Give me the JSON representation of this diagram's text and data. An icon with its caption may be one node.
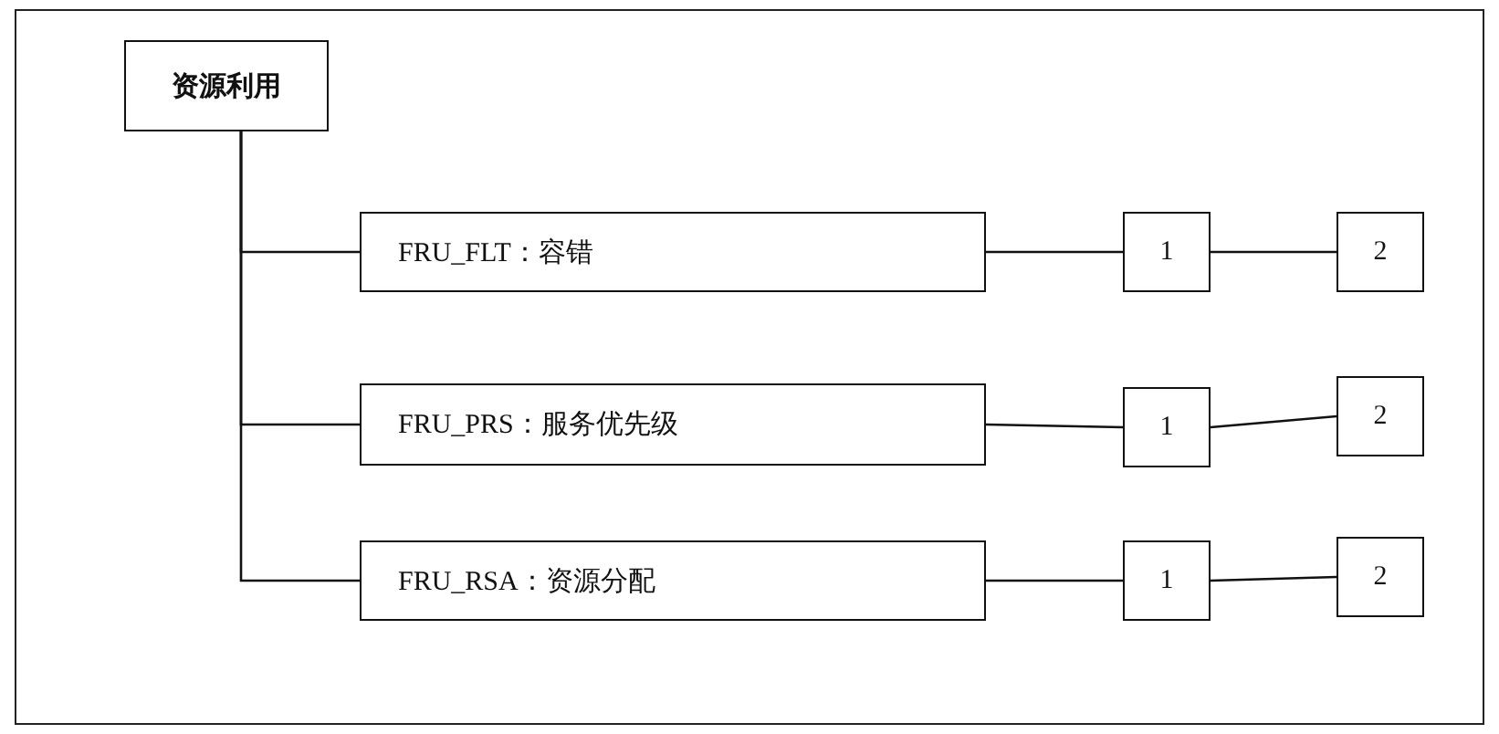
{
  "diagram": {
    "nodes": [
      {
        "text": [
          "资源利用"
        ]
      },
      {
        "text": [
          "FRU_FLT：容错"
        ]
      },
      {
        "text": [
          "1"
        ]
      },
      {
        "text": [
          "2"
        ]
      },
      {
        "text": [
          "FRU_PRS：服务优先级"
        ]
      },
      {
        "text": [
          "1"
        ]
      },
      {
        "text": [
          "2"
        ]
      },
      {
        "text": [
          "FRU_RSA：资源分配"
        ]
      },
      {
        "text": [
          "1"
        ]
      },
      {
        "text": [
          "2"
        ]
      }
    ],
    "edges": [
      {
        "from": 0,
        "to": 1,
        "arrow": "none"
      },
      {
        "from": 0,
        "to": 4,
        "arrow": "none"
      },
      {
        "from": 0,
        "to": 7,
        "arrow": "none"
      },
      {
        "from": 1,
        "to": 2,
        "arrow": "none"
      },
      {
        "from": 2,
        "to": 3,
        "arrow": "none"
      },
      {
        "from": 4,
        "to": 5,
        "arrow": "none"
      },
      {
        "from": 5,
        "to": 6,
        "arrow": "none"
      },
      {
        "from": 7,
        "to": 8,
        "arrow": "none"
      },
      {
        "from": 8,
        "to": 9,
        "arrow": "none"
      }
    ]
  }
}
